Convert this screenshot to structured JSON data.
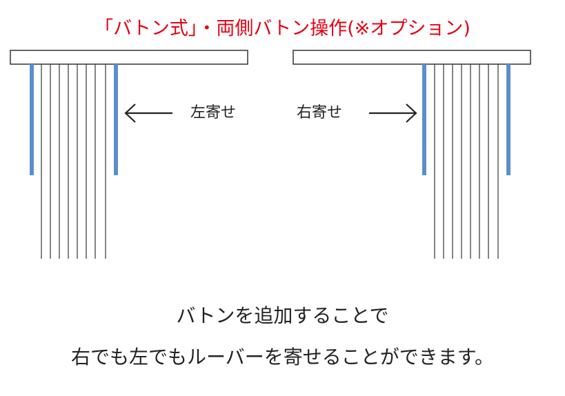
{
  "title": "「バトン式」・両側バトン操作(※オプション)",
  "labels": {
    "left": "左寄せ",
    "right": "右寄せ"
  },
  "caption": {
    "line1": "バトンを追加することで",
    "line2": "右でも左でもルーバーを寄せることができます。"
  },
  "colors": {
    "title": "#e60012",
    "baton": "#5b8fcc",
    "louver": "#333333",
    "text": "#222222"
  },
  "icons": {
    "left_arrow": "arrow-left-icon",
    "right_arrow": "arrow-right-icon"
  }
}
